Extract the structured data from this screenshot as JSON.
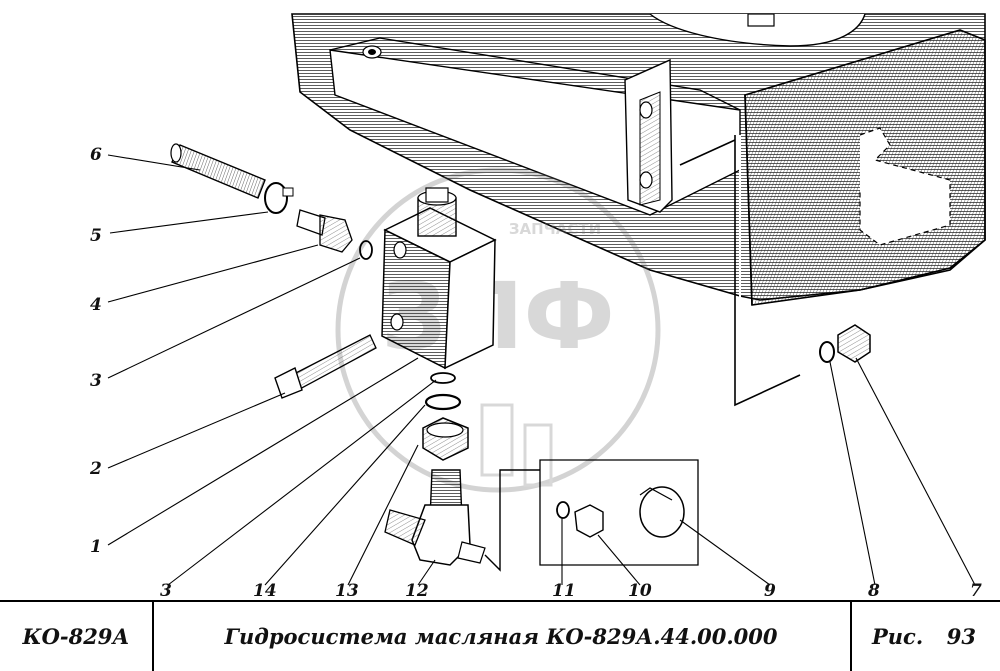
{
  "diagram": {
    "watermark": {
      "main": "ЗПФ",
      "sub": "ЗАПЧАСТИ"
    },
    "callouts": [
      {
        "label": "6"
      },
      {
        "label": "5"
      },
      {
        "label": "4"
      },
      {
        "label": "3"
      },
      {
        "label": "2"
      },
      {
        "label": "1"
      },
      {
        "label": "3"
      },
      {
        "label": "14"
      },
      {
        "label": "13"
      },
      {
        "label": "12"
      },
      {
        "label": "11"
      },
      {
        "label": "10"
      },
      {
        "label": "9"
      },
      {
        "label": "8"
      },
      {
        "label": "7"
      }
    ]
  },
  "title_block": {
    "model": "КО-829А",
    "title": "Гидросистема масляная КО-829А.44.00.000",
    "fig_label": "Рис.",
    "fig_number": "93"
  }
}
